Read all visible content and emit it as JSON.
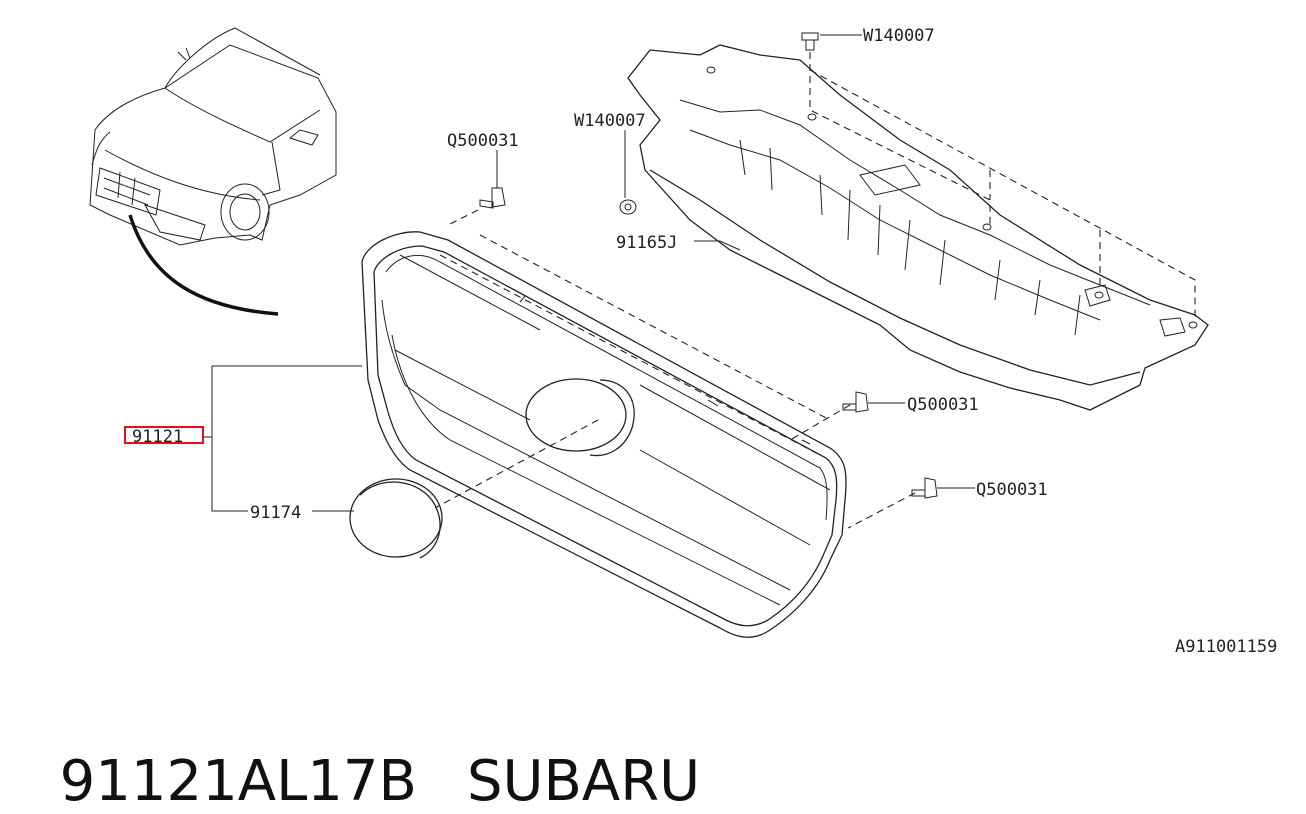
{
  "diagram": {
    "labels": {
      "w140007_top": "W140007",
      "w140007_left": "W140007",
      "q500031_top": "Q500031",
      "q500031_mid": "Q500031",
      "q500031_low": "Q500031",
      "p91165j": "91165J",
      "p91121": "91121",
      "p91174": "91174",
      "illustration_id": "A911001159"
    },
    "highlight_color": "#e0101a"
  },
  "caption": {
    "part_number": "91121AL17B",
    "brand": "SUBARU"
  }
}
